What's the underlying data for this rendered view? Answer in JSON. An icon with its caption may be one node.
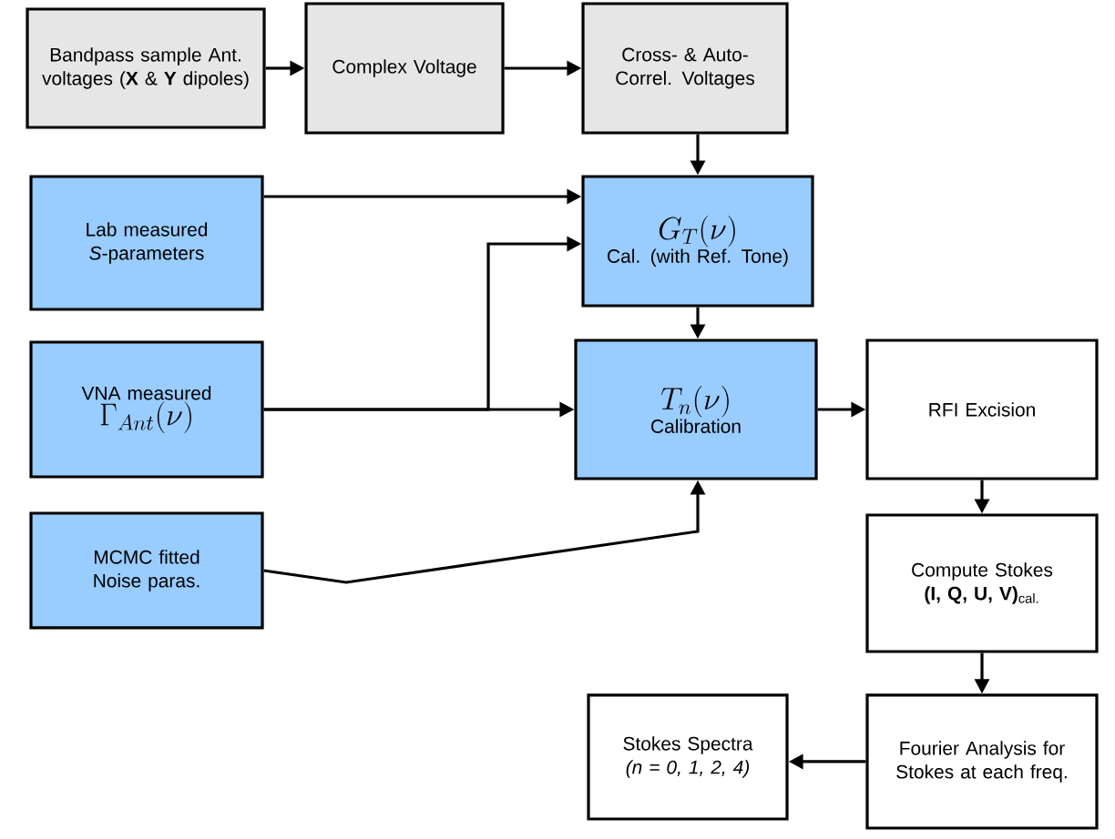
{
  "diagram": {
    "nodes": [
      {
        "text": [
          "Bandpass sample Ant. voltages (**X** & **Y** dipoles)"
        ]
      },
      {
        "text": [
          "Complex Voltage"
        ]
      },
      {
        "text": [
          "Cross- & Auto-Correl. Voltages"
        ]
      },
      {
        "text": [
          "Lab measured *S*-parameters"
        ]
      },
      {
        "text": [
          "G_{T}(\\nu)",
          "Cal. (with Ref. Tone)"
        ]
      },
      {
        "text": [
          "VNA measured",
          "\\Gamma_{Ant}(\\nu)"
        ]
      },
      {
        "text": [
          "T_{n}(\\nu)",
          "Calibration"
        ]
      },
      {
        "text": [
          "RFI Excision"
        ]
      },
      {
        "text": [
          "MCMC fitted Noise paras."
        ]
      },
      {
        "text": [
          "Compute Stokes **(I, Q, U, V)**$_{cal.}$"
        ]
      },
      {
        "text": [
          "Stokes Spectra *(n = 0, 1, 2, 4)*"
        ]
      },
      {
        "text": [
          "Fourier Analysis for Stokes at each freq."
        ]
      }
    ],
    "edges": [
      {
        "from": 0,
        "to": 1,
        "arrow": "to"
      },
      {
        "from": 1,
        "to": 2,
        "arrow": "to"
      },
      {
        "from": 2,
        "to": 4,
        "arrow": "to"
      },
      {
        "from": 3,
        "to": 4,
        "arrow": "to"
      },
      {
        "from": 5,
        "to": 4,
        "arrow": "to"
      },
      {
        "from": 5,
        "to": 6,
        "arrow": "to"
      },
      {
        "from": 4,
        "to": 6,
        "arrow": "to"
      },
      {
        "from": 8,
        "to": 6,
        "arrow": "to"
      },
      {
        "from": 6,
        "to": 7,
        "arrow": "to"
      },
      {
        "from": 7,
        "to": 9,
        "arrow": "to"
      },
      {
        "from": 9,
        "to": 11,
        "arrow": "to"
      },
      {
        "from": 11,
        "to": 10,
        "arrow": "to"
      }
    ]
  }
}
